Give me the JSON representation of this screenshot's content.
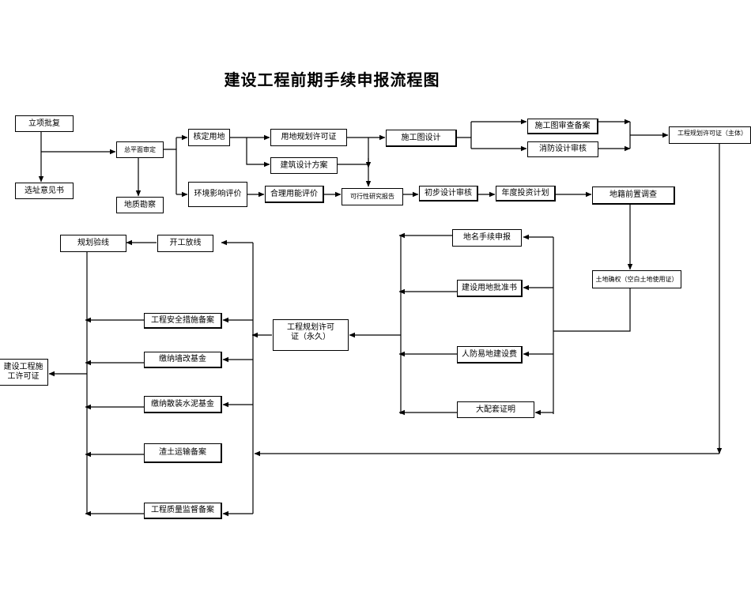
{
  "title": "建设工程前期手续申报流程图",
  "nodes": {
    "lixiang": "立项批复",
    "xuanzhi": "选址意见书",
    "zongpingmian": "总平面审定",
    "dizhi": "地质勘察",
    "hedingyongdi": "核定用地",
    "huanjing": "环境影响评价",
    "yongdiguihua": "用地规划许可证",
    "jianzhusheji": "建筑设计方案",
    "heliyongneng": "合理用能评价",
    "kexingxing": "可行性研究报告",
    "chubusheji": "初步设计审核",
    "niandu": "年度投资计划",
    "shigongtusheji": "施工图设计",
    "shigongtushencha": "施工图审查备案",
    "xiaofang": "消防设计审核",
    "gongchengguihua_zhuti": "工程规划许可证（主体）",
    "dijiqianzhi": "地籍前置调查",
    "tudiquequan": "土地确权（空白土地使用证）",
    "diming": "地名手续申报",
    "jianshepizhun": "建设用地批准书",
    "renfang": "人防易地建设费",
    "dapeitao": "大配套证明",
    "gongchengguihua_yongjiu": "工程规划许可证（永久）",
    "kaigong": "开工放线",
    "guihuayanxian": "规划验线",
    "anquan": "工程安全措施备案",
    "qiangai": "缴纳墙改基金",
    "sanzhuang": "缴纳散装水泥基金",
    "zhatu": "渣土运输备案",
    "zhiliang": "工程质量监督备案",
    "shigongxuke": "建设工程施工许可证"
  }
}
